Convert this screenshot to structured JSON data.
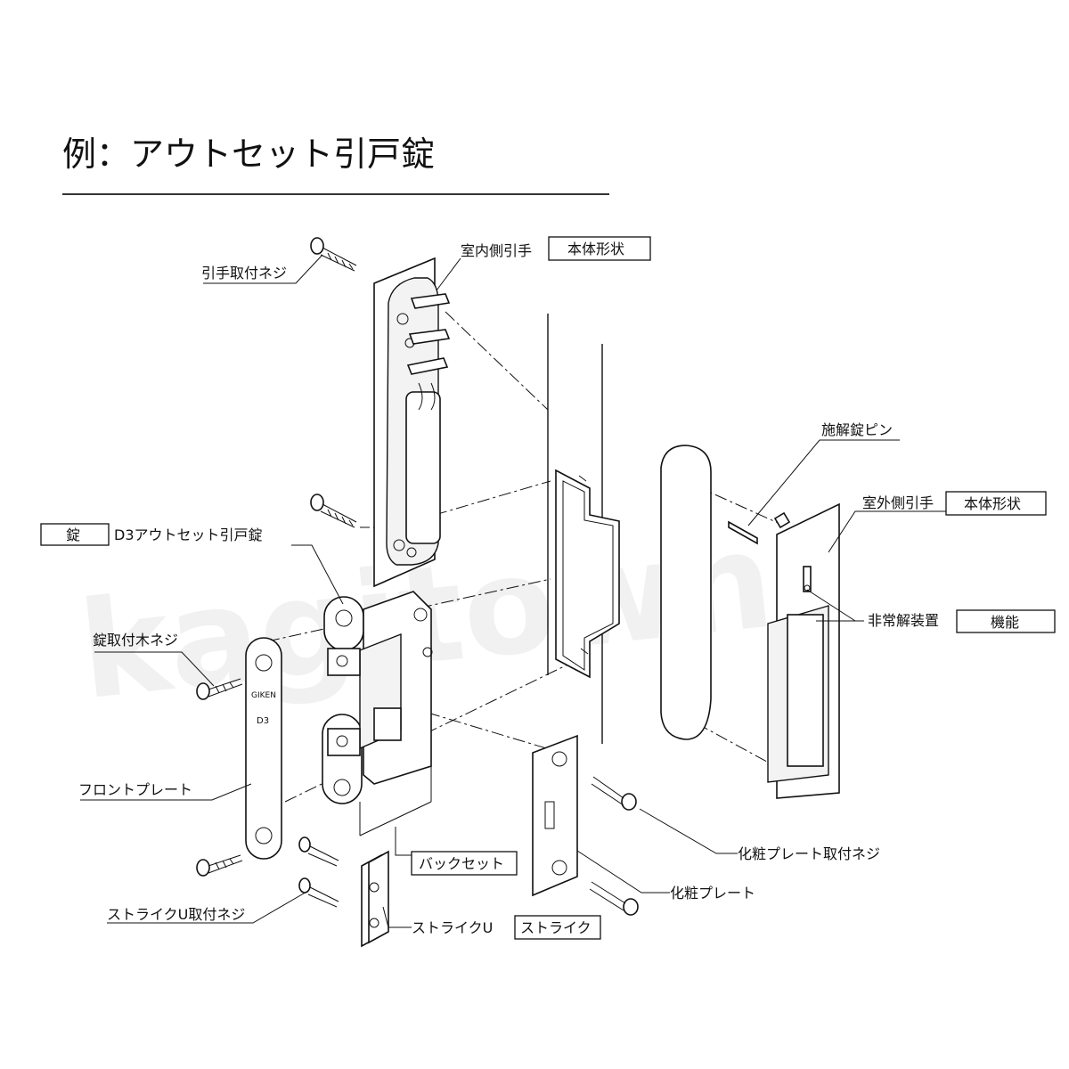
{
  "title": "例：アウトセット引戸錠",
  "watermark": "kagitown",
  "labels": {
    "hikite_screw": "引手取付ネジ",
    "indoor_handle": "室内側引手",
    "indoor_handle_box": "本体形状",
    "release_pin": "施解錠ピン",
    "outdoor_handle": "室外側引手",
    "outdoor_handle_box": "本体形状",
    "lock_box": "錠",
    "lock_name": "D3アウトセット引戸錠",
    "emergency_release": "非常解装置",
    "emergency_release_box": "機能",
    "lock_wood_screw": "錠取付木ネジ",
    "front_plate": "フロントプレート",
    "backset": "バックセット",
    "cosmetic_plate_screw": "化粧プレート取付ネジ",
    "cosmetic_plate": "化粧プレート",
    "strike_u_screw": "ストライクU取付ネジ",
    "strike_u": "ストライクU",
    "strike_box": "ストライク"
  },
  "plate_marks": {
    "maker": "GIKEN",
    "model": "D3"
  }
}
